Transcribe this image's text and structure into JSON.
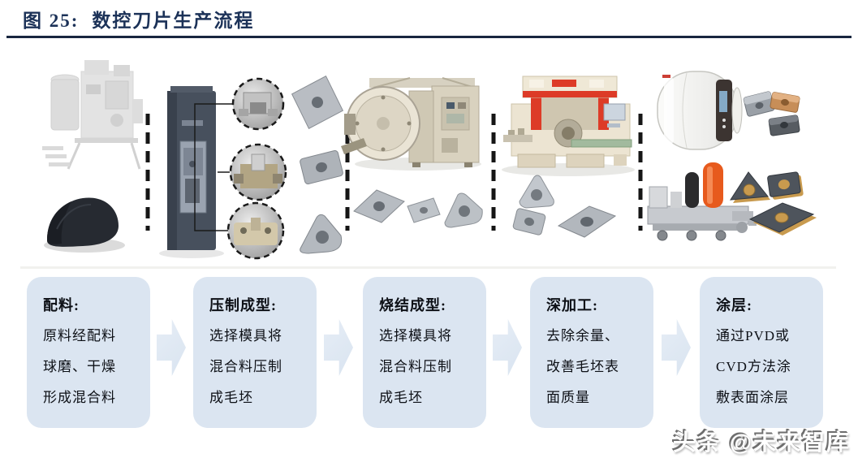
{
  "header": {
    "figure_label": "图 25:",
    "figure_title": "数控刀片生产流程"
  },
  "photo_panels": [
    {
      "name": "raw-material-mixing-equipment-and-powder-pile"
    },
    {
      "name": "pressing-machine-with-die-detail-callouts-and-pressed-blanks"
    },
    {
      "name": "vacuum-sintering-furnace-and-sintered-blanks"
    },
    {
      "name": "grinding-deep-processing-machine-and-finished-inserts"
    },
    {
      "name": "pvd-cvd-coating-equipment-and-coated-inserts"
    }
  ],
  "process_steps": [
    {
      "heading": "配料:",
      "lines": [
        "原料经配料",
        "球磨、干燥",
        "形成混合料"
      ]
    },
    {
      "heading": "压制成型:",
      "lines": [
        "选择模具将",
        "混合料压制",
        "成毛坯"
      ]
    },
    {
      "heading": "烧结成型:",
      "lines": [
        "选择模具将",
        "混合料压制",
        "成毛坯"
      ]
    },
    {
      "heading": "深加工:",
      "lines": [
        "去除余量、",
        "改善毛坯表",
        "面质量"
      ]
    },
    {
      "heading": "涂层:",
      "lines": [
        "通过PVD或",
        "CVD方法涂",
        "敷表面涂层"
      ]
    }
  ],
  "watermark": "头条 @未来智库",
  "colors": {
    "title": "#1c3258",
    "rule": "#18263f",
    "box_fill": "#dbe5f1",
    "arrow_fill": "#d9e4f0",
    "step_text": "#0d1016",
    "separator": "#161616",
    "machine_red": "#dd3b27",
    "coating_orange": "#e75a1d",
    "copper_insert": "#c78e58",
    "gold_coating": "#c89a4e"
  }
}
